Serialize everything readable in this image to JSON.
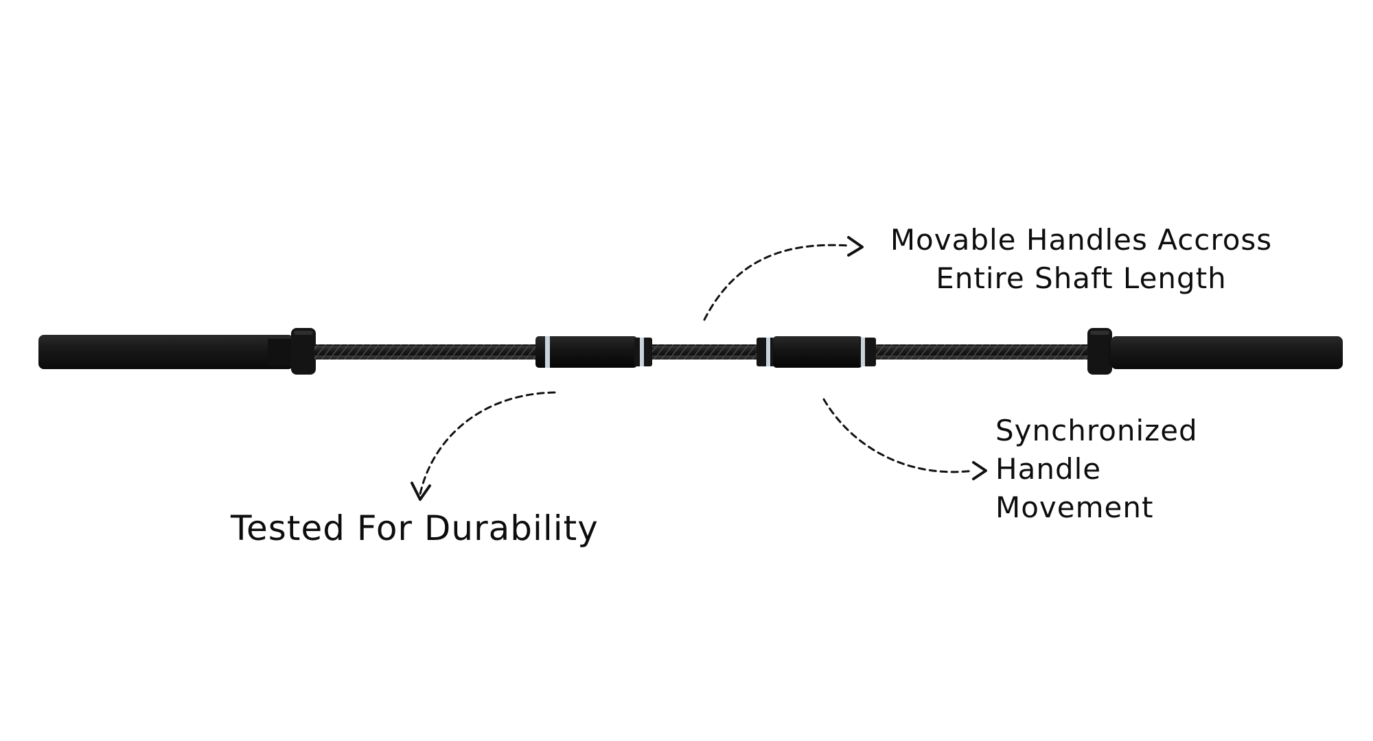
{
  "callouts": {
    "movable_handles": {
      "line1": "Movable Handles Accross",
      "line2": "Entire Shaft Length"
    },
    "synchronized": {
      "line1": "Synchronized",
      "line2": "Handle",
      "line3": "Movement"
    },
    "durability": {
      "text": "Tested For Durability"
    }
  },
  "colors": {
    "bar_black": "#141414",
    "ring_accent": "#c9d3dc",
    "arrow": "#111111"
  },
  "icons": {
    "arrow": "dashed-curved-arrow-icon",
    "product": "barbell-icon"
  }
}
